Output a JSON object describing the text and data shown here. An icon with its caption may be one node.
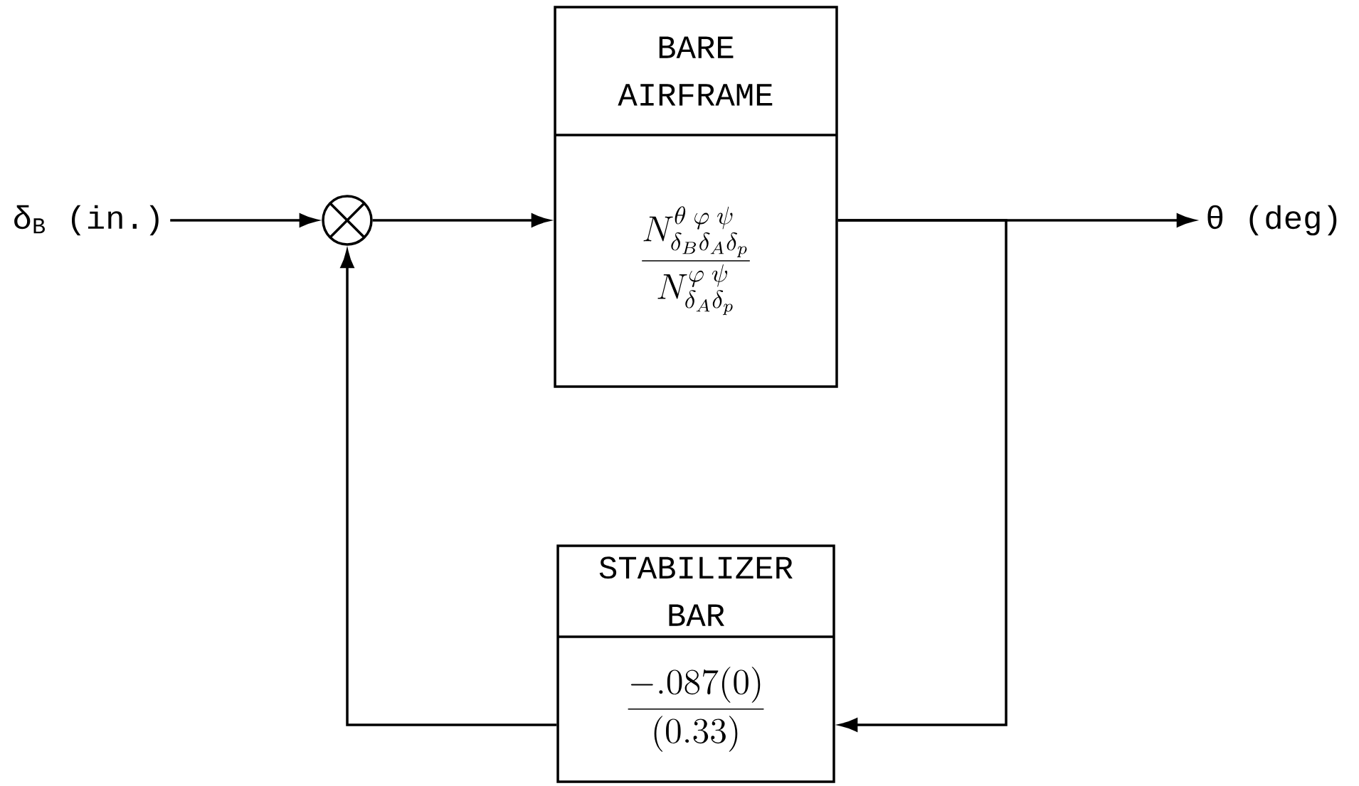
{
  "diagram": {
    "nodes": [
      {
        "text": [
          "δ$_{B}$ (in.)"
        ]
      },
      {
        "text": [],
        "shape": "circle"
      },
      {
        "text": [
          "BARE AIRFRAME",
          "\\frac{N^{\\theta\\;\\varphi\\;\\psi}_{\\delta_B\\delta_A\\delta_p}}{N^{\\varphi\\;\\psi}_{\\delta_A\\delta_p}}"
        ]
      },
      {
        "text": [
          "θ (deg)"
        ]
      },
      {
        "text": [
          "STABILIZER BAR",
          "\\frac{-.087(0)}{(0.33)}"
        ]
      }
    ],
    "edges": [
      {
        "from": 0,
        "to": 1,
        "arrow": "to"
      },
      {
        "from": 1,
        "to": 2,
        "arrow": "to"
      },
      {
        "from": 2,
        "to": 3,
        "arrow": "to"
      },
      {
        "from": 2,
        "to": 4,
        "arrow": "to"
      },
      {
        "from": 4,
        "to": 1,
        "arrow": "to"
      }
    ]
  }
}
